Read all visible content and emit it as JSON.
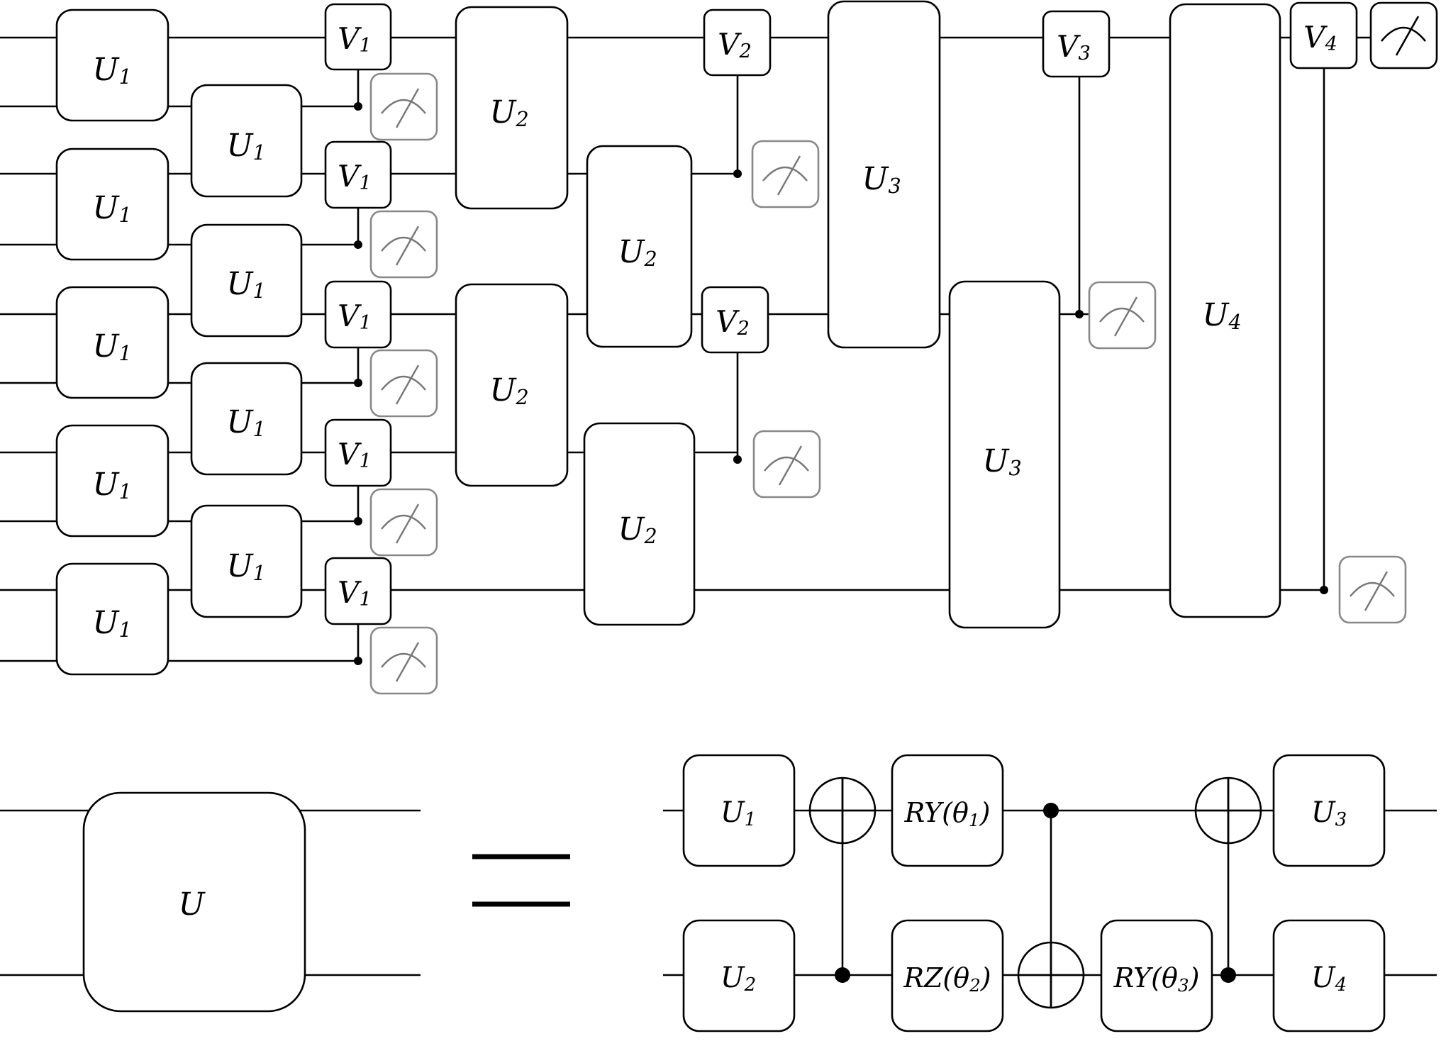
{
  "colors": {
    "stroke": "#000000",
    "meter": "#888888",
    "background": "#ffffff"
  },
  "top_gates": [
    {
      "base": "U",
      "sub": "1"
    },
    {
      "base": "U",
      "sub": "1"
    },
    {
      "base": "U",
      "sub": "1"
    },
    {
      "base": "U",
      "sub": "1"
    },
    {
      "base": "U",
      "sub": "1"
    },
    {
      "base": "U",
      "sub": "1"
    },
    {
      "base": "U",
      "sub": "1"
    },
    {
      "base": "U",
      "sub": "1"
    },
    {
      "base": "U",
      "sub": "1"
    },
    {
      "base": "V",
      "sub": "1"
    },
    {
      "base": "V",
      "sub": "1"
    },
    {
      "base": "V",
      "sub": "1"
    },
    {
      "base": "V",
      "sub": "1"
    },
    {
      "base": "V",
      "sub": "1"
    },
    {
      "base": "U",
      "sub": "2"
    },
    {
      "base": "U",
      "sub": "2"
    },
    {
      "base": "U",
      "sub": "2"
    },
    {
      "base": "U",
      "sub": "2"
    },
    {
      "base": "V",
      "sub": "2"
    },
    {
      "base": "V",
      "sub": "2"
    },
    {
      "base": "U",
      "sub": "3"
    },
    {
      "base": "U",
      "sub": "3"
    },
    {
      "base": "V",
      "sub": "3"
    },
    {
      "base": "U",
      "sub": "4"
    },
    {
      "base": "V",
      "sub": "4"
    }
  ],
  "left_gate": {
    "base": "U",
    "sub": ""
  },
  "right_gates": [
    {
      "base": "U",
      "sub": "1"
    },
    {
      "base": "U",
      "sub": "2"
    },
    {
      "base": "RY(θ",
      "sub": "1",
      "tail": ")"
    },
    {
      "base": "RZ(θ",
      "sub": "2",
      "tail": ")"
    },
    {
      "base": "RY(θ",
      "sub": "3",
      "tail": ")"
    },
    {
      "base": "U",
      "sub": "3"
    },
    {
      "base": "U",
      "sub": "4"
    }
  ]
}
